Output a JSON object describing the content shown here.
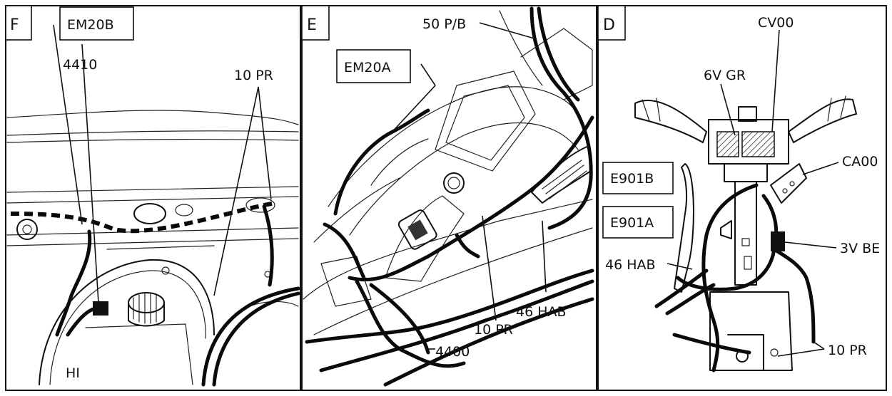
{
  "panels": [
    {
      "id": "F",
      "letter": "F",
      "boxed_labels": [
        "EM20B"
      ],
      "labels": [
        "4410",
        "10 PR",
        "HI"
      ]
    },
    {
      "id": "E",
      "letter": "E",
      "boxed_labels": [
        "EM20A"
      ],
      "labels": [
        "50 P/B",
        "10 PR",
        "46 HAB",
        "4400"
      ]
    },
    {
      "id": "D",
      "letter": "D",
      "boxed_labels": [
        "E901B",
        "E901A"
      ],
      "labels": [
        "CV00",
        "6V GR",
        "CA00",
        "3V BE",
        "46 HAB",
        "10 PR"
      ]
    }
  ]
}
